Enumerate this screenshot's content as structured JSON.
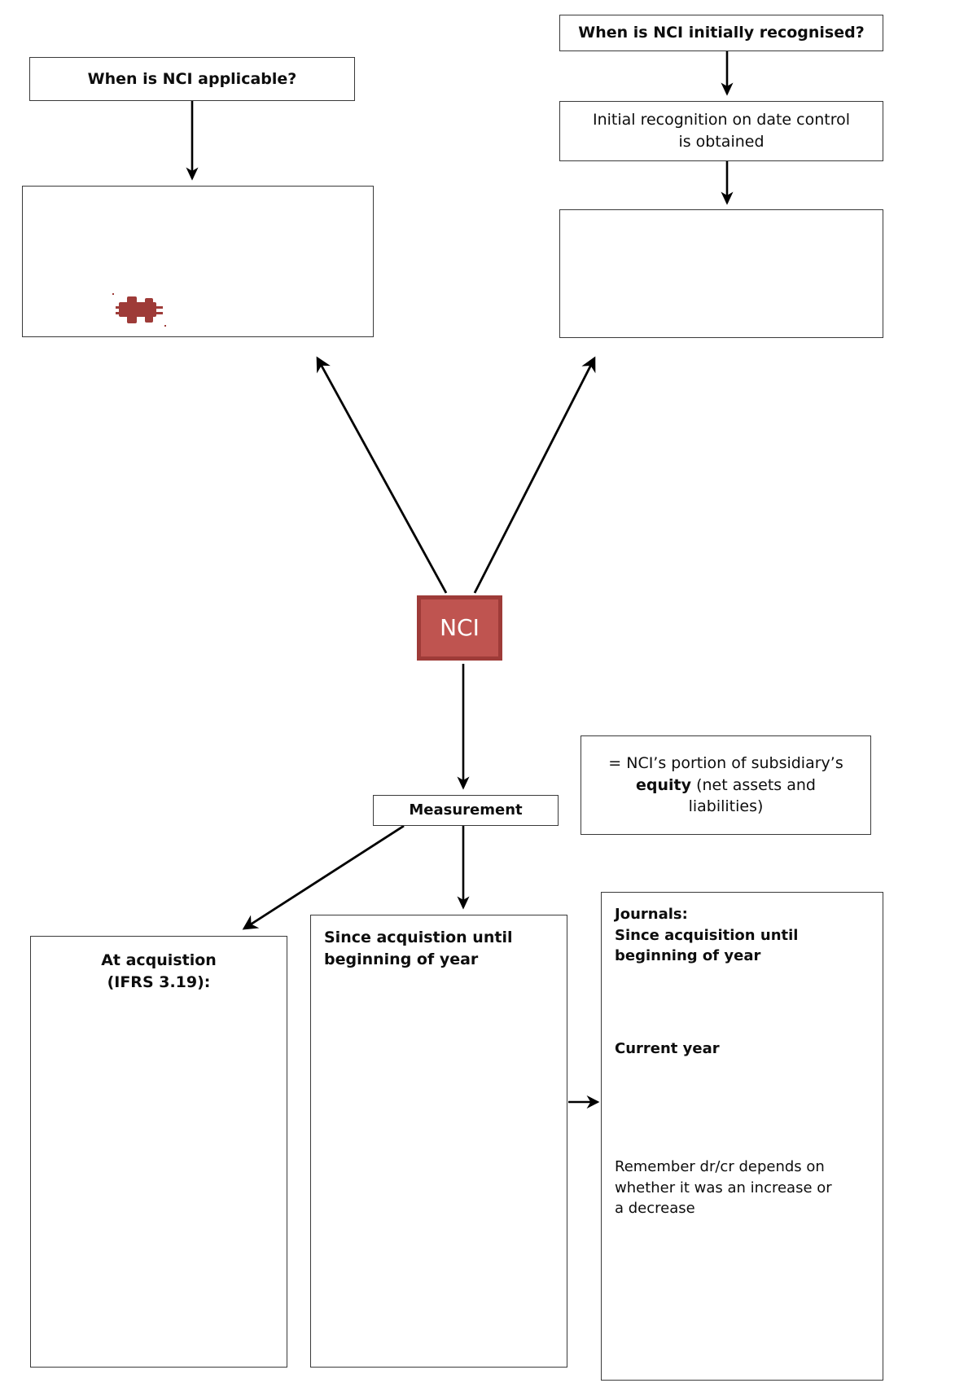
{
  "diagram": {
    "title": "NCI (Non-controlling interest) concept map",
    "accent_color": "#bf5450",
    "accent_border_color": "#9e3b38",
    "line_color": "#000000",
    "box_border_color": "#3a3a3a",
    "background_color": "#ffffff"
  },
  "nodes": {
    "applicable_question": {
      "label": "When is NCI applicable?"
    },
    "applicable_answer": {
      "label": ""
    },
    "initial_question": {
      "label": "When is NCI initially recognised?"
    },
    "initial_answer": {
      "line1": "Initial recognition on date control",
      "line2": "is obtained"
    },
    "initial_detail": {
      "label": ""
    },
    "nci_center": {
      "label": "NCI"
    },
    "measurement": {
      "label": "Measurement"
    },
    "equity_note": {
      "line1_prefix": "= NCI’s portion of subsidiary’s",
      "line2_bold": "equity",
      "line2_rest": " (net assets and",
      "line3": "liabilities)"
    },
    "at_acquisition": {
      "line1": "At acquistion",
      "line2": "(IFRS 3.19):",
      "body": ""
    },
    "since_acquisition": {
      "line1": "Since acquistion until",
      "line2": "beginning of year",
      "body": ""
    },
    "journals": {
      "heading": "Journals:",
      "sub_line1": "Since acquisition until",
      "sub_line2": "beginning of year",
      "current_year": "Current year",
      "remember_line1": "Remember dr/cr depends on",
      "remember_line2": "whether it was an increase or",
      "remember_line3": "a decrease"
    }
  },
  "edges": [
    {
      "name": "applicable-question-to-answer",
      "from": "applicable_question",
      "to": "applicable_answer",
      "style": "straight-down-arrow"
    },
    {
      "name": "initial-question-to-answer",
      "from": "initial_question",
      "to": "initial_answer",
      "style": "straight-down-arrow"
    },
    {
      "name": "initial-answer-to-detail",
      "from": "initial_answer",
      "to": "initial_detail",
      "style": "straight-down-arrow"
    },
    {
      "name": "nci-to-applicable-answer",
      "from": "nci_center",
      "to": "applicable_answer",
      "style": "diagonal-up-left-arrow"
    },
    {
      "name": "nci-to-initial-detail",
      "from": "nci_center",
      "to": "initial_detail",
      "style": "diagonal-up-right-arrow"
    },
    {
      "name": "nci-to-measurement",
      "from": "nci_center",
      "to": "measurement",
      "style": "straight-down-arrow"
    },
    {
      "name": "measurement-to-at-acquisition",
      "from": "measurement",
      "to": "at_acquisition",
      "style": "diagonal-down-left-arrow"
    },
    {
      "name": "measurement-to-since-acquisition",
      "from": "measurement",
      "to": "since_acquisition",
      "style": "straight-down-arrow"
    },
    {
      "name": "since-acquisition-to-journals",
      "from": "since_acquisition",
      "to": "journals",
      "style": "straight-right-arrow"
    }
  ]
}
